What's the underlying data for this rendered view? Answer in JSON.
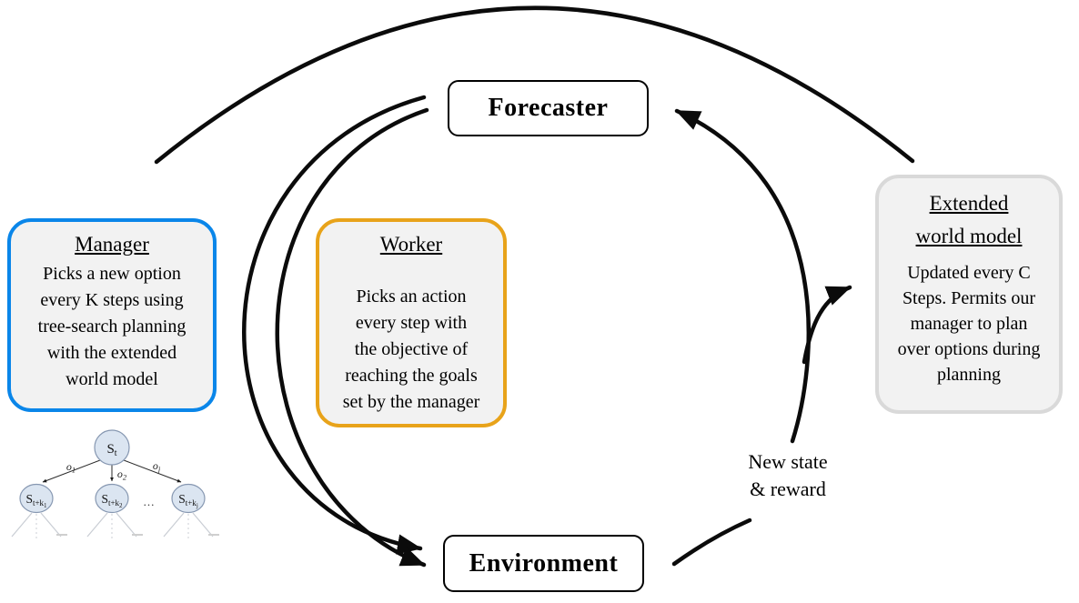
{
  "diagram": {
    "forecaster": {
      "label": "Forecaster"
    },
    "environment": {
      "label": "Environment"
    },
    "manager": {
      "title": "Manager",
      "lines": [
        "Picks a new option",
        "every K steps using",
        "tree-search planning",
        "with the extended",
        "world model"
      ]
    },
    "worker": {
      "title": "Worker",
      "lines": [
        "Picks an action",
        "every step with",
        "the objective of",
        "reaching the goals",
        "set by the manager"
      ]
    },
    "extended_world_model": {
      "title_lines": [
        "Extended",
        "world model"
      ],
      "lines": [
        "Updated every C",
        "Steps. Permits our",
        "manager to plan",
        "over options during",
        "planning"
      ]
    },
    "labels": {
      "new_state_line1": "New state",
      "new_state_line2": "& reward"
    }
  },
  "tree": {
    "root": {
      "main": "S",
      "sub": "t"
    },
    "children": [
      {
        "main": "S",
        "sub": "t+k",
        "subsub": "1"
      },
      {
        "main": "S",
        "sub": "t+k",
        "subsub": "2"
      },
      {
        "main": "S",
        "sub": "t+k",
        "subsub": "j"
      }
    ],
    "edges": [
      {
        "main": "o",
        "sub": "1"
      },
      {
        "main": "o",
        "sub": "2"
      },
      {
        "main": "o",
        "sub": "j"
      }
    ],
    "ellipsis": "..."
  },
  "colors": {
    "manager_border": "#0a86e9",
    "worker_border": "#e8a31a",
    "ewm_border": "#d9d9d9",
    "box_fill": "#f2f2f2",
    "plain_box_border": "#000000",
    "arrow": "#0b0b0b",
    "tree_node_fill": "#dbe5f1",
    "tree_node_stroke": "#8697b1"
  }
}
